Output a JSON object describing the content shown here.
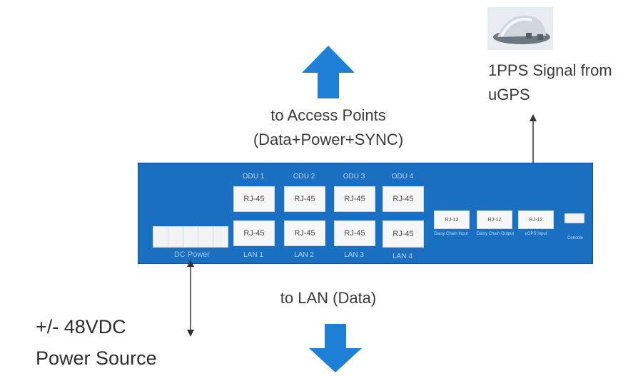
{
  "labels": {
    "to_access_points": "to Access Points",
    "to_access_points_sub": "(Data+Power+SYNC)",
    "to_lan": "to LAN (Data)",
    "power_source_line1": "+/- 48VDC",
    "power_source_line2": "Power Source",
    "gps_line1": "1PPS Signal from",
    "gps_line2": "uGPS"
  },
  "panel": {
    "odu_labels": [
      "ODU 1",
      "ODU 2",
      "ODU 3",
      "ODU 4"
    ],
    "lan_labels": [
      "LAN 1",
      "LAN 2",
      "LAN 3",
      "LAN 4"
    ],
    "top_ports": [
      "RJ-45",
      "RJ-45",
      "RJ-45",
      "RJ-45"
    ],
    "bottom_ports": [
      "RJ-45",
      "RJ-45",
      "RJ-45",
      "RJ-45"
    ],
    "rj12_ports": [
      "RJ-12",
      "RJ-12",
      "RJ-12"
    ],
    "rj12_labels": [
      "Daisy Chain Input",
      "Daisy Chain Output",
      "uGPS Input"
    ],
    "dc_power_label": "DC Power",
    "console_label": "Console"
  },
  "colors": {
    "panel": "#1a6fc0",
    "arrow": "#1e7fd6"
  },
  "icons": {
    "gps_device": "gps-antenna-icon",
    "up_arrow": "up-arrow-icon",
    "down_arrow": "down-arrow-icon"
  }
}
